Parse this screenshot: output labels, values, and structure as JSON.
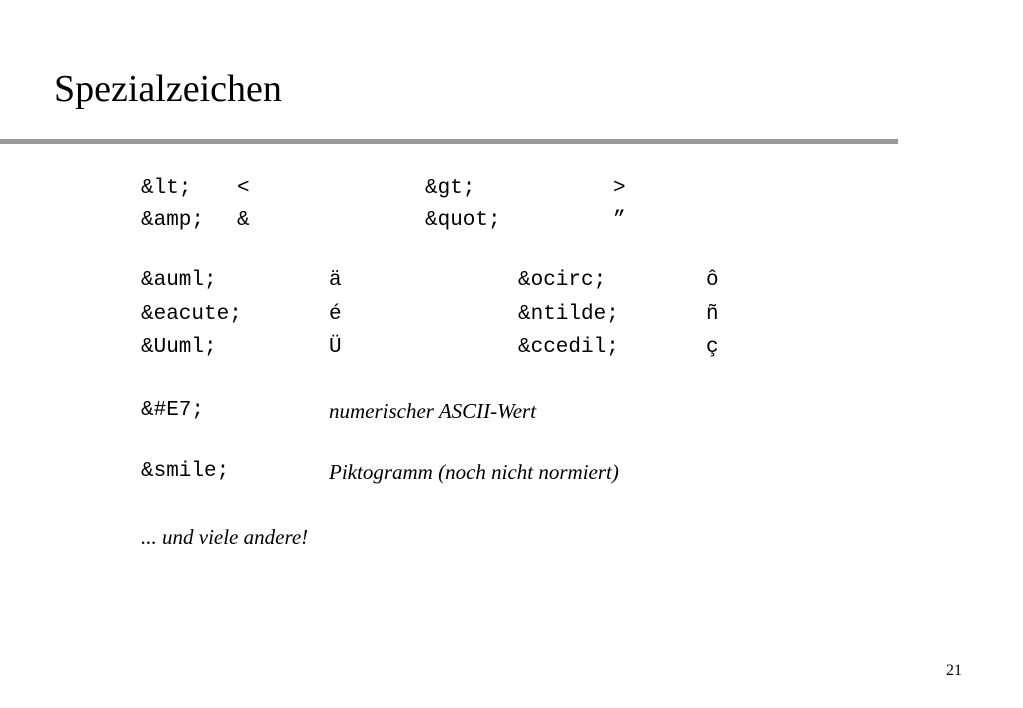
{
  "slide": {
    "title": "Spezialzeichen",
    "page_number": "21"
  },
  "row1": {
    "entities": [
      {
        "code": "&lt;",
        "char": "<"
      },
      {
        "code": "&gt;",
        "char": ">"
      }
    ]
  },
  "row2": {
    "entities": [
      {
        "code": "&amp;",
        "char": "&"
      },
      {
        "code": "&quot;",
        "char": "”"
      }
    ]
  },
  "umlauts": [
    {
      "code": "&auml;",
      "char": "ä",
      "code2": "&ocirc;",
      "char2": "ô"
    },
    {
      "code": "&eacute;",
      "char": "é",
      "code2": "&ntilde;",
      "char2": "ñ"
    },
    {
      "code": "&Uuml;",
      "char": "Ü",
      "code2": "&ccedil;",
      "char2": "ç"
    }
  ],
  "numeric": {
    "code": "&#E7;",
    "description": "numerischer ASCII-Wert"
  },
  "pictogram": {
    "code": "&smile;",
    "description": "Piktogramm (noch nicht normiert)"
  },
  "footer_note": "... und viele andere!"
}
